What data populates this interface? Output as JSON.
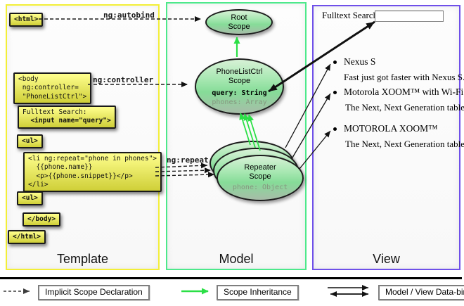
{
  "panels": {
    "template": {
      "title": "Template"
    },
    "model": {
      "title": "Model"
    },
    "view": {
      "title": "View"
    }
  },
  "template": {
    "boxes": {
      "html_open": "<html>",
      "body_open": "<body\n ng:controller=\n \"PhoneListCtrl\">",
      "fulltext_label": "Fulltext Search:",
      "fulltext_input": "  <input name=\"query\">",
      "ul_open": "<ul>",
      "li_repeat": "<li ng:repeat=\"phone in phones\">\n  {{phone.name}}\n  <p>{{phone.snippet}}</p>\n</li>",
      "ul_close": "<ul>",
      "body_close": "</body>",
      "html_close": "</html>"
    },
    "labels": {
      "autobind": "ng:autobind",
      "controller": "ng:controller",
      "repeat": "ng:repeat"
    }
  },
  "model": {
    "root_scope": {
      "title": "Root\nScope"
    },
    "phonelist_scope": {
      "title": "PhoneListCtrl\nScope",
      "prop_query": "query: String",
      "prop_phones": "phones: Array"
    },
    "repeater_scope": {
      "title": "Repeater\nScope",
      "prop_phone": "phone: Object"
    }
  },
  "view": {
    "search_label": "Fulltext Search:",
    "search_value": "",
    "items": [
      {
        "title": "Nexus S",
        "snippet": "Fast just got faster with Nexus S."
      },
      {
        "title": "Motorola XOOM™ with Wi-Fi",
        "snippet": "The Next, Next Generation tablet."
      },
      {
        "title": "MOTOROLA XOOM™",
        "snippet": "The Next, Next Generation tablet."
      }
    ]
  },
  "legend": {
    "implicit": "Implicit Scope Declaration",
    "inheritance": "Scope Inheritance",
    "binding": "Model / View Data-binding"
  },
  "colors": {
    "template_border": "#f3ef38",
    "model_border": "#4de98b",
    "view_border": "#6f50e9",
    "inheritance_arrow": "#2bdf46",
    "codebox_top": "#ffff8e",
    "codebox_bottom": "#cfcf38",
    "scope_fill_mid": "#86dc98"
  }
}
